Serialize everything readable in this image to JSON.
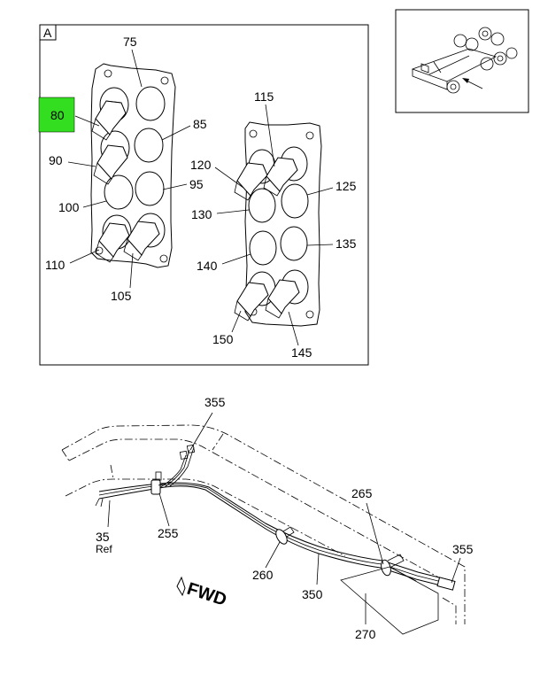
{
  "detail_view": {
    "tag": "A",
    "highlight_color": "#33dd1f",
    "callouts": {
      "c75": "75",
      "c80": "80",
      "c85": "85",
      "c90": "90",
      "c95": "95",
      "c100": "100",
      "c105": "105",
      "c110": "110",
      "c115": "115",
      "c120": "120",
      "c125": "125",
      "c130": "130",
      "c135": "135",
      "c140": "140",
      "c145": "145",
      "c150": "150"
    }
  },
  "locator_view": {
    "icon": "truck-chassis-icon"
  },
  "main_view": {
    "callouts": {
      "c355a": "355",
      "c35": "35",
      "c35ref": "Ref",
      "c255": "255",
      "c260": "260",
      "c350": "350",
      "c265": "265",
      "c355b": "355",
      "c270": "270"
    },
    "fwd_label": "FWD"
  }
}
